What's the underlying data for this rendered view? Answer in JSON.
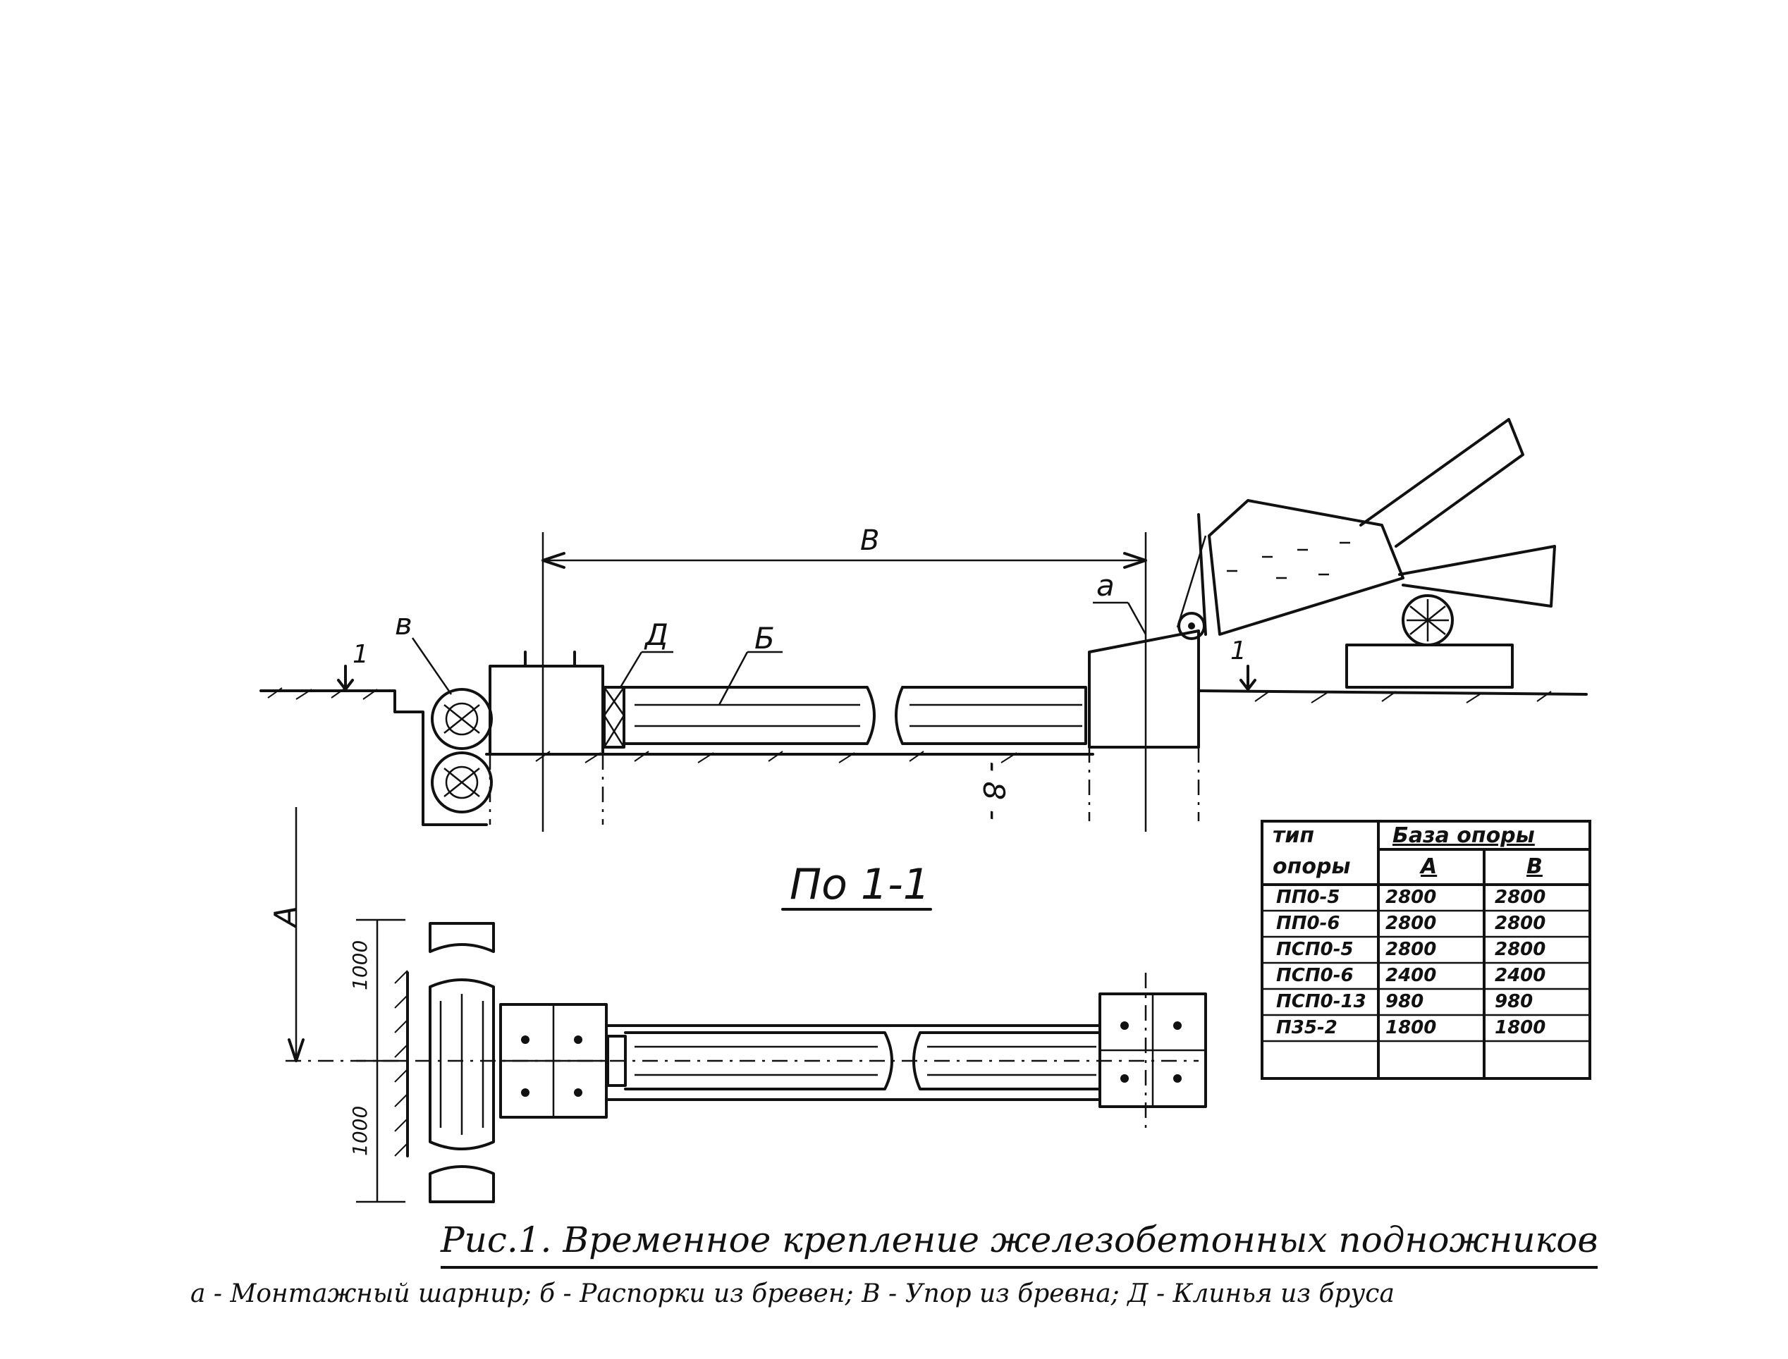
{
  "labels": {
    "dim_b": "В",
    "dim_a": "А",
    "label_a": "а",
    "label_v": "в",
    "label_d": "Д",
    "label_b": "Б",
    "section_mark_left": "1",
    "section_mark_right": "1",
    "dim_1000_top": "1000",
    "dim_1000_bottom": "1000",
    "section_title": "По 1-1",
    "page_number": "- 8 -"
  },
  "table": {
    "col_type_line1": "тип",
    "col_type_line2": "опоры",
    "col_base": "База опоры",
    "col_a": "А",
    "col_b": "В",
    "rows": [
      {
        "type": "ПП0-5",
        "a": "2800",
        "b": "2800"
      },
      {
        "type": "ПП0-6",
        "a": "2800",
        "b": "2800"
      },
      {
        "type": "ПСП0-5",
        "a": "2800",
        "b": "2800"
      },
      {
        "type": "ПСП0-6",
        "a": "2400",
        "b": "2400"
      },
      {
        "type": "ПСП0-13",
        "a": "980",
        "b": "980"
      },
      {
        "type": "П35-2",
        "a": "1800",
        "b": "1800"
      }
    ]
  },
  "caption": {
    "title": "Рис.1. Временное крепление железобетонных подножников",
    "legend": "а - Монтажный шарнир; б - Распорки из бревен; В - Упор из бревна; Д - Клинья из бруса"
  }
}
